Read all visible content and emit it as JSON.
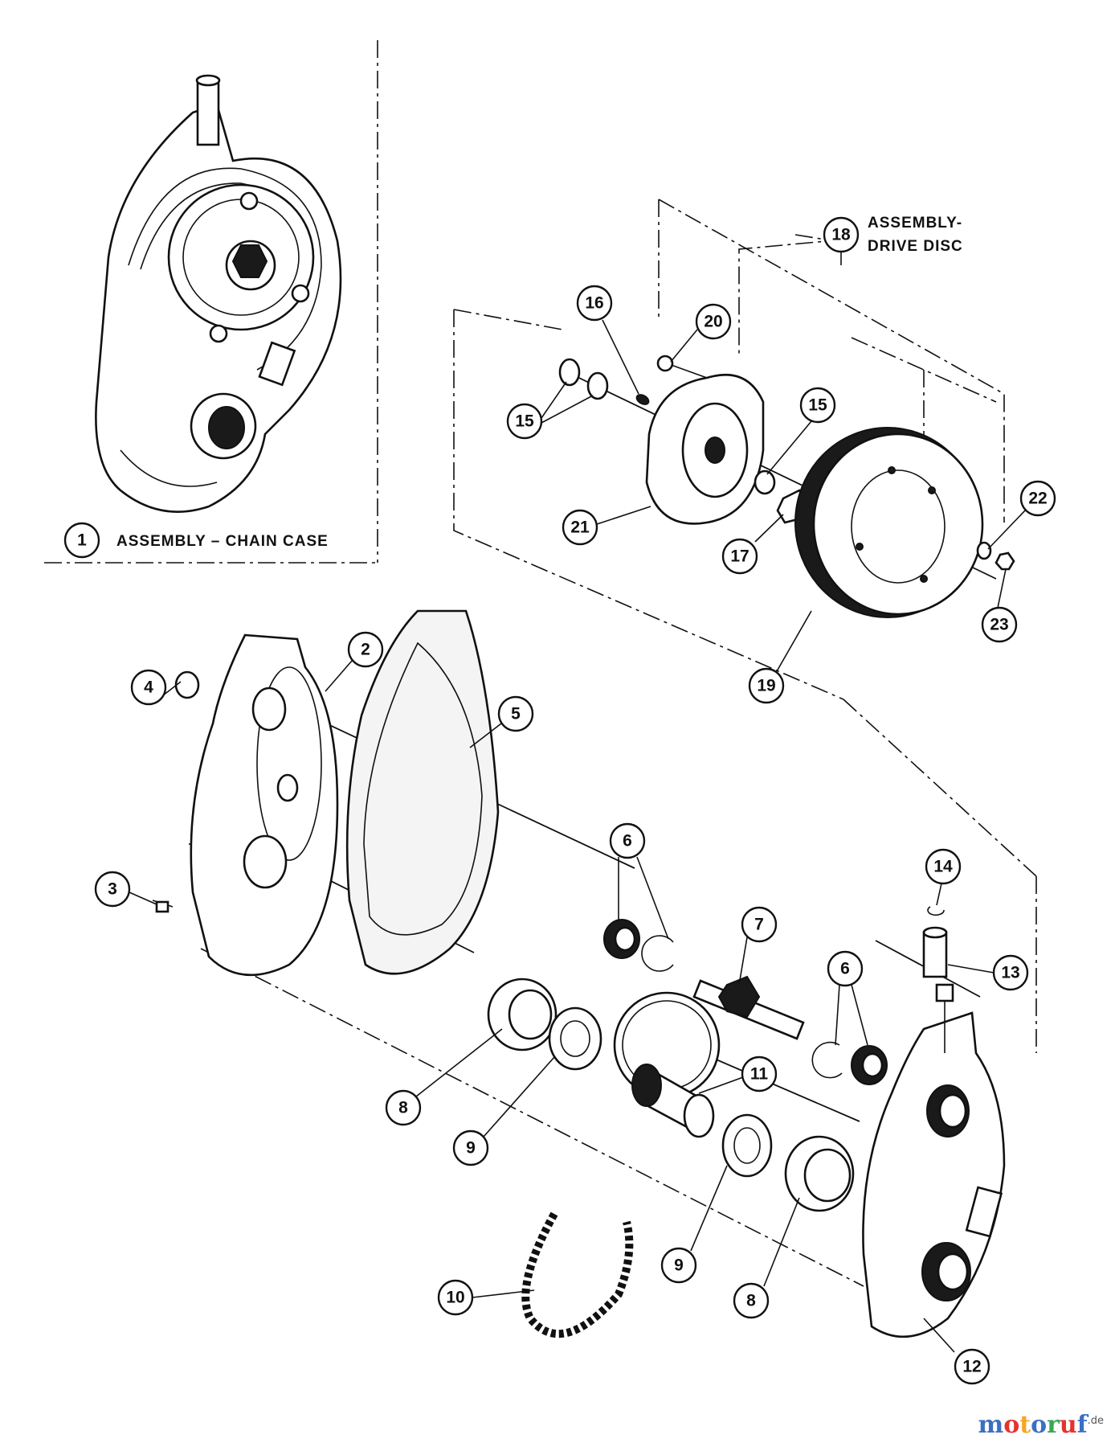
{
  "labels": {
    "chain_case": "ASSEMBLY – CHAIN CASE",
    "drive_disc_line1": "ASSEMBLY-",
    "drive_disc_line2": "DRIVE DISC"
  },
  "callouts": [
    "1",
    "2",
    "3",
    "4",
    "5",
    "6",
    "7",
    "8",
    "9",
    "10",
    "11",
    "12",
    "13",
    "14",
    "15",
    "16",
    "17",
    "18",
    "19",
    "20",
    "21",
    "22",
    "23"
  ],
  "watermark": {
    "letters": [
      "m",
      "o",
      "t",
      "o",
      "r",
      "u",
      "f"
    ],
    "letter_colors": [
      "#3a6fc4",
      "#e3342f",
      "#f6a623",
      "#3a6fc4",
      "#38a852",
      "#e3342f",
      "#3a6fc4"
    ],
    "suffix": ".de"
  }
}
